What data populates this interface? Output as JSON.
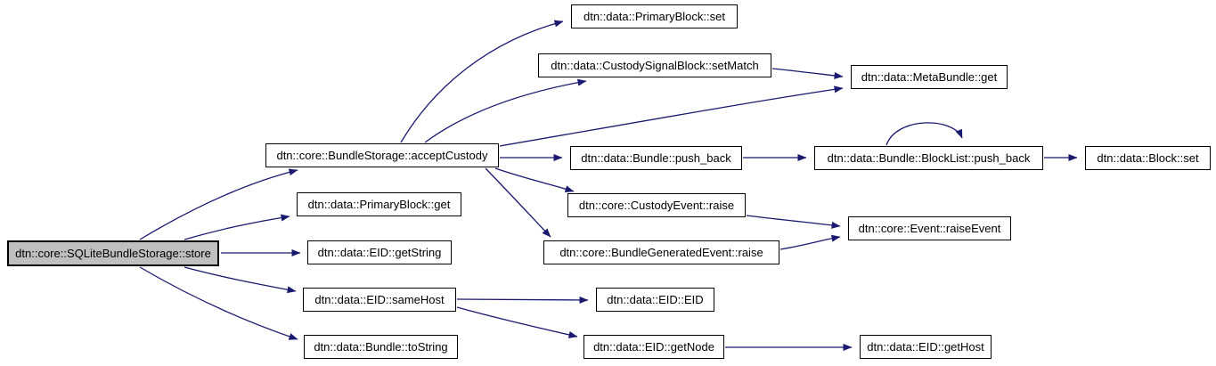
{
  "diagram": {
    "type": "call-graph",
    "colors": {
      "edge": "#191970",
      "node_border": "#000000",
      "node_fill": "#ffffff",
      "highlight_fill": "#bfbfbf",
      "text": "#000000",
      "background": "#ffffff"
    },
    "nodes": {
      "store": {
        "label": "dtn::core::SQLiteBundleStorage::store",
        "highlighted": true
      },
      "acceptCustody": {
        "label": "dtn::core::BundleStorage::acceptCustody"
      },
      "primaryBlockSet": {
        "label": "dtn::data::PrimaryBlock::set"
      },
      "custodySetMatch": {
        "label": "dtn::data::CustodySignalBlock::setMatch"
      },
      "metaBundleGet": {
        "label": "dtn::data::MetaBundle::get"
      },
      "bundlePushBack": {
        "label": "dtn::data::Bundle::push_back"
      },
      "blockListPushBack": {
        "label": "dtn::data::Bundle::BlockList::push_back"
      },
      "blockSet": {
        "label": "dtn::data::Block::set"
      },
      "custodyEventRaise": {
        "label": "dtn::core::CustodyEvent::raise"
      },
      "bundleGeneratedEventRaise": {
        "label": "dtn::core::BundleGeneratedEvent::raise"
      },
      "eventRaiseEvent": {
        "label": "dtn::core::Event::raiseEvent"
      },
      "primaryBlockGet": {
        "label": "dtn::data::PrimaryBlock::get"
      },
      "eidGetString": {
        "label": "dtn::data::EID::getString"
      },
      "eidSameHost": {
        "label": "dtn::data::EID::sameHost"
      },
      "bundleToString": {
        "label": "dtn::data::Bundle::toString"
      },
      "eidConstructor": {
        "label": "dtn::data::EID::EID"
      },
      "eidGetNode": {
        "label": "dtn::data::EID::getNode"
      },
      "eidGetHost": {
        "label": "dtn::data::EID::getHost"
      }
    },
    "edges": [
      {
        "from": "store",
        "to": "acceptCustody"
      },
      {
        "from": "store",
        "to": "primaryBlockGet"
      },
      {
        "from": "store",
        "to": "eidGetString"
      },
      {
        "from": "store",
        "to": "eidSameHost"
      },
      {
        "from": "store",
        "to": "bundleToString"
      },
      {
        "from": "acceptCustody",
        "to": "primaryBlockSet"
      },
      {
        "from": "acceptCustody",
        "to": "custodySetMatch"
      },
      {
        "from": "acceptCustody",
        "to": "metaBundleGet"
      },
      {
        "from": "acceptCustody",
        "to": "bundlePushBack"
      },
      {
        "from": "acceptCustody",
        "to": "custodyEventRaise"
      },
      {
        "from": "acceptCustody",
        "to": "bundleGeneratedEventRaise"
      },
      {
        "from": "custodySetMatch",
        "to": "metaBundleGet"
      },
      {
        "from": "bundlePushBack",
        "to": "blockListPushBack"
      },
      {
        "from": "blockListPushBack",
        "to": "blockListPushBack",
        "self_loop": true
      },
      {
        "from": "blockListPushBack",
        "to": "blockSet"
      },
      {
        "from": "custodyEventRaise",
        "to": "eventRaiseEvent"
      },
      {
        "from": "bundleGeneratedEventRaise",
        "to": "eventRaiseEvent"
      },
      {
        "from": "eidSameHost",
        "to": "eidConstructor"
      },
      {
        "from": "eidSameHost",
        "to": "eidGetNode"
      },
      {
        "from": "eidGetNode",
        "to": "eidGetHost"
      }
    ]
  }
}
